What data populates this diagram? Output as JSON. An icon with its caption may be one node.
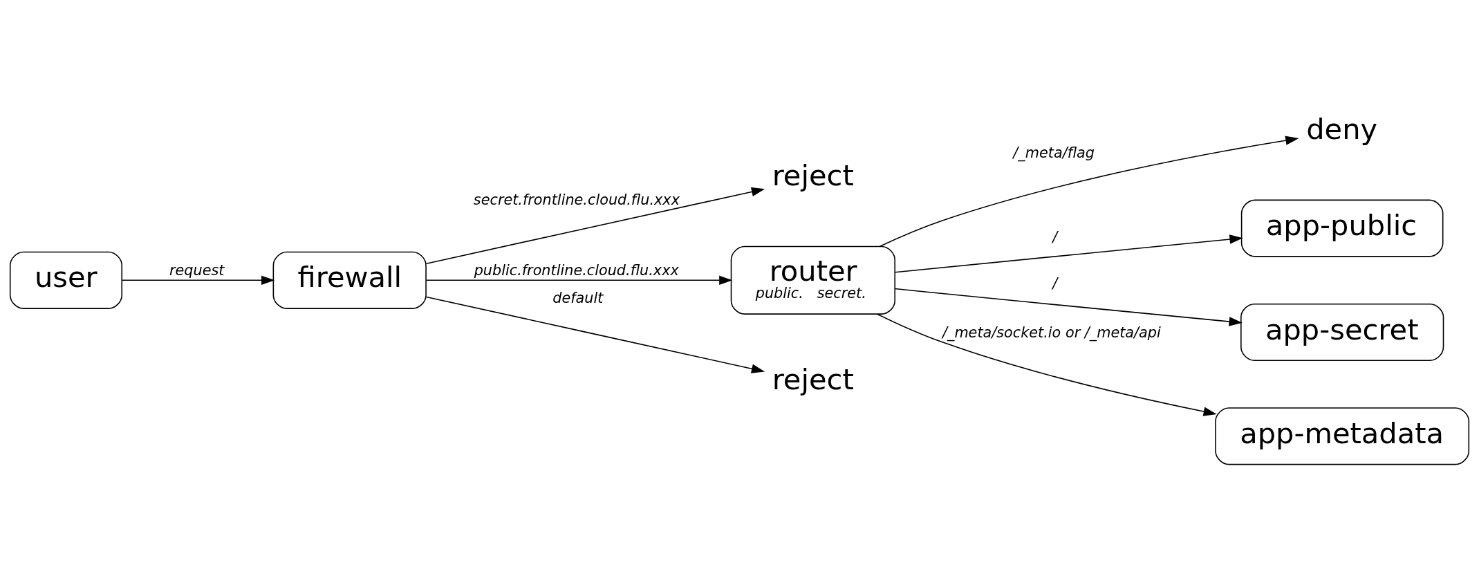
{
  "diagram": {
    "nodes": [
      {
        "text": [
          "user"
        ]
      },
      {
        "text": [
          "firewall"
        ]
      },
      {
        "text": [
          "reject"
        ]
      },
      {
        "text": [
          "router",
          "public.",
          "secret."
        ]
      },
      {
        "text": [
          "reject"
        ]
      },
      {
        "text": [
          "deny"
        ]
      },
      {
        "text": [
          "app-public"
        ]
      },
      {
        "text": [
          "app-secret"
        ]
      },
      {
        "text": [
          "app-metadata"
        ]
      }
    ],
    "edges": [
      {
        "from": 0,
        "to": 1,
        "arrow": "to",
        "label": "request"
      },
      {
        "from": 1,
        "to": 2,
        "arrow": "to",
        "label": "secret.frontline.cloud.flu.xxx"
      },
      {
        "from": 1,
        "to": 3,
        "arrow": "to",
        "label": "public.frontline.cloud.flu.xxx"
      },
      {
        "from": 1,
        "to": 4,
        "arrow": "to",
        "label": "default"
      },
      {
        "from": 3,
        "to": 5,
        "arrow": "to",
        "label": "/_meta/flag"
      },
      {
        "from": 3,
        "to": 6,
        "arrow": "to",
        "label": "/"
      },
      {
        "from": 3,
        "to": 7,
        "arrow": "to",
        "label": "/"
      },
      {
        "from": 3,
        "to": 8,
        "arrow": "to",
        "label": "/_meta/socket.io or /_meta/api"
      }
    ]
  }
}
